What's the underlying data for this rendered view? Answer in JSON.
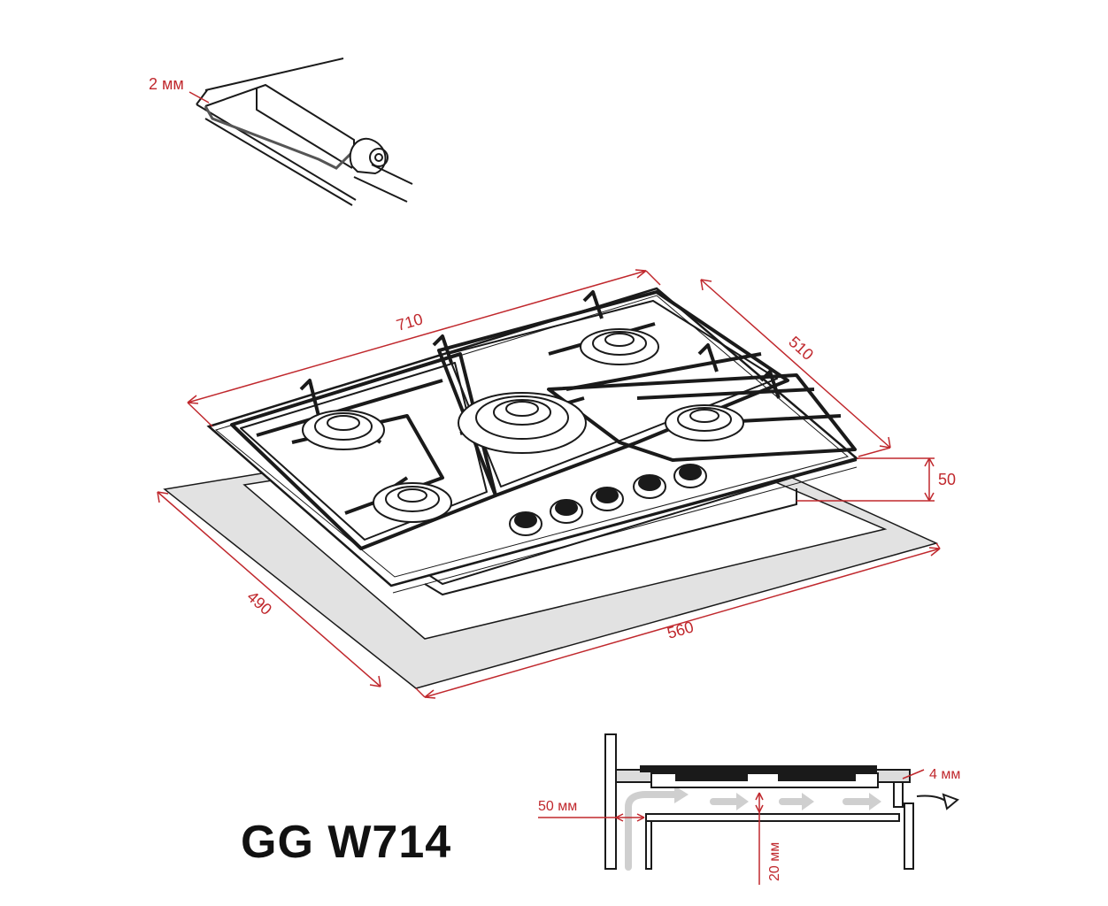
{
  "model": "GG W714",
  "dimensions": {
    "seal_gap": "2 мм",
    "top_width": "710",
    "top_depth": "510",
    "height": "50",
    "cutout_depth": "490",
    "cutout_width": "560",
    "side_clearance": "50 мм",
    "bottom_gap": "20 мм",
    "vent_gap": "4 мм"
  },
  "colors": {
    "dimension_line": "#c0282d",
    "outline": "#1a1a1a",
    "cutout_fill": "#e2e2e2",
    "airflow": "#cfcfcf"
  }
}
